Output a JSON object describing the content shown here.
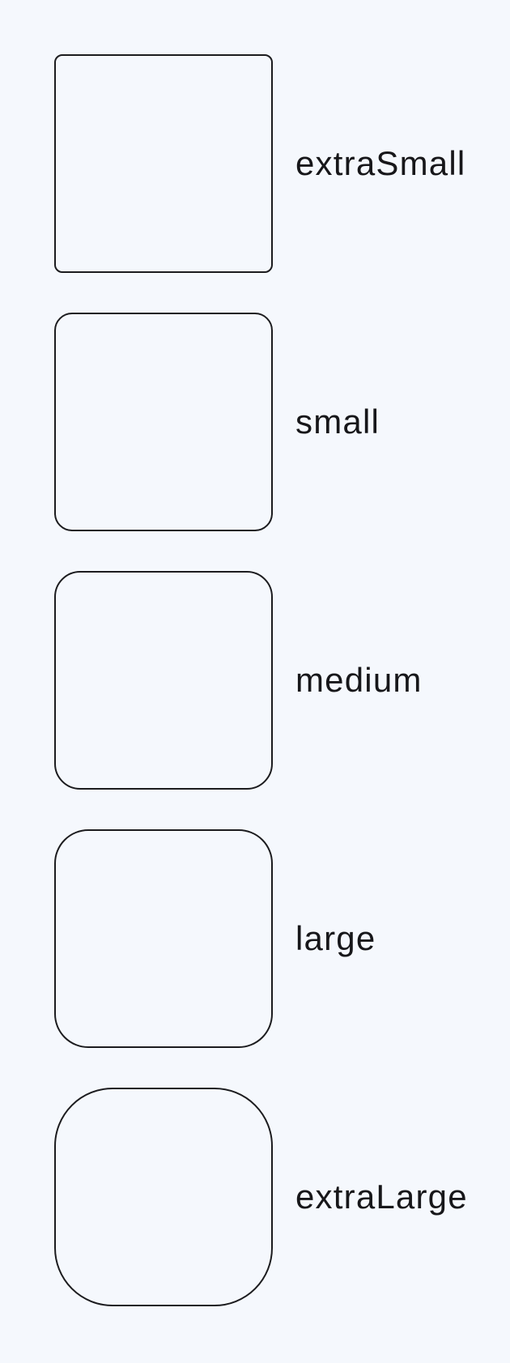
{
  "shapes": [
    {
      "label": "extraSmall"
    },
    {
      "label": "small"
    },
    {
      "label": "medium"
    },
    {
      "label": "large"
    },
    {
      "label": "extraLarge"
    }
  ],
  "colors": {
    "background": "#f5f8fd",
    "outline": "#1c1c1f",
    "text": "#17171a"
  }
}
